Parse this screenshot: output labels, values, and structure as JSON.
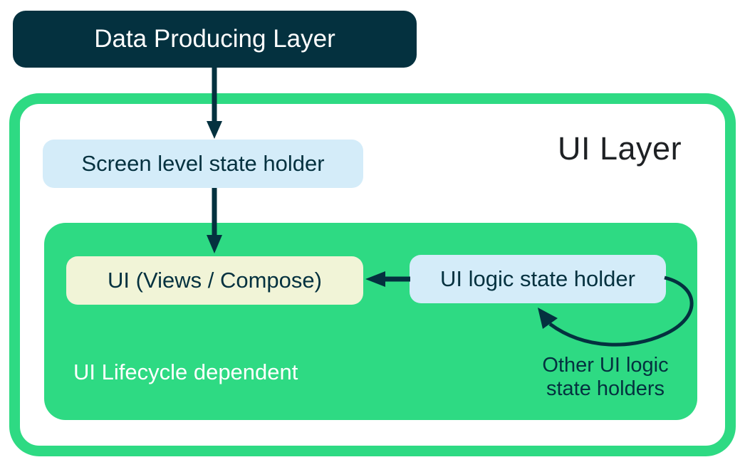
{
  "colors": {
    "navy": "#04313F",
    "green": "#2EDA83",
    "light_blue": "#D4ECF9",
    "cream": "#F1F4D7",
    "title_text": "#1E2124",
    "background": "#FFFFFF"
  },
  "nodes": {
    "data_producing_layer": {
      "label": "Data Producing Layer"
    },
    "screen_level_state_holder": {
      "label": "Screen level state holder"
    },
    "ui_views_compose": {
      "label": "UI (Views / Compose)"
    },
    "ui_logic_state_holder": {
      "label": "UI logic state holder"
    }
  },
  "ui_layer": {
    "title": "UI Layer",
    "lifecycle_caption": "UI Lifecycle dependent"
  },
  "annotations": {
    "other_ui_logic": "Other UI logic\nstate holders"
  },
  "arrows": {
    "a1": "Data Producing Layer -> Screen level state holder (down)",
    "a2": "Screen level state holder -> UI (Views / Compose) (down)",
    "a3": "UI logic state holder -> UI (Views / Compose) (left)",
    "a4": "UI logic state holder self-loop (Other UI logic state holders)"
  }
}
